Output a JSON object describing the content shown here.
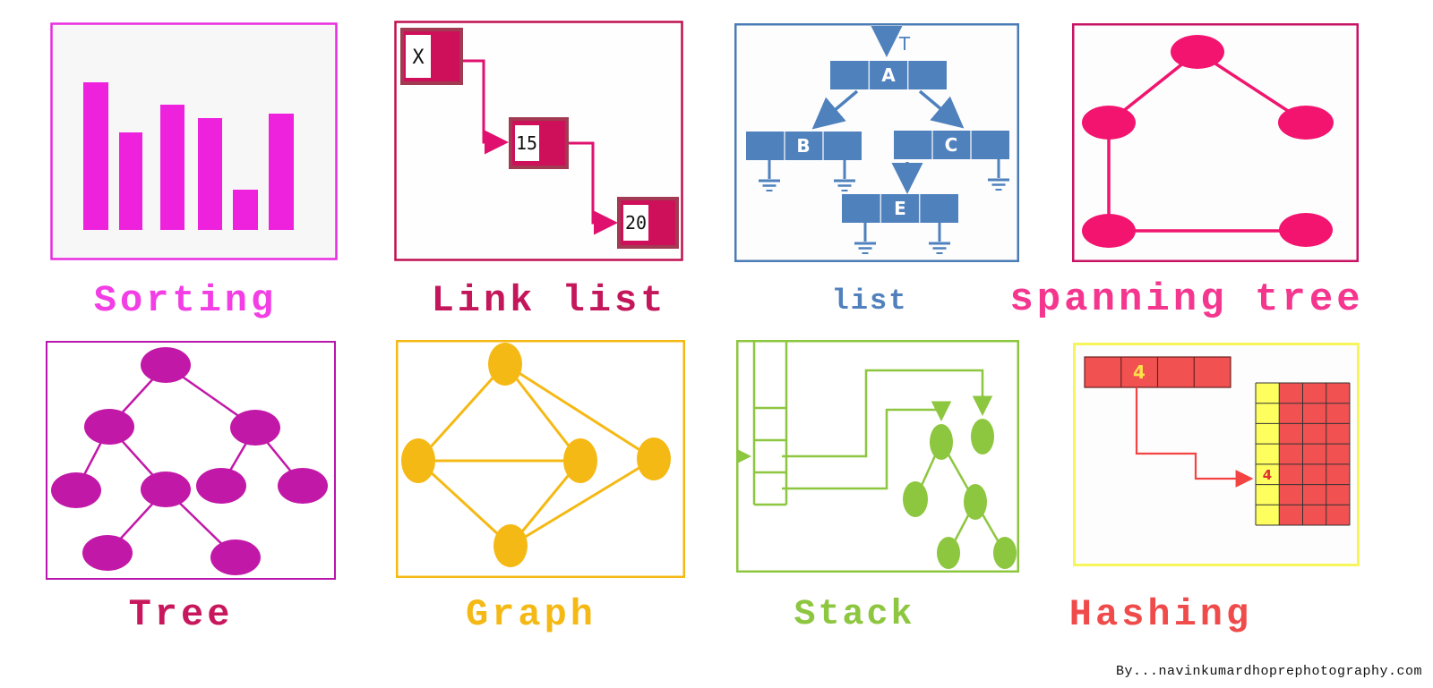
{
  "page": {
    "background": "#ffffff",
    "watermark": "By...navinkumardhoprephotography.com"
  },
  "palette": {
    "sorting_magenta": "#EE22DD",
    "sorting_border": "#E92CE0",
    "link_list_crimson": "#C01050",
    "link_node_pink": "#CE0F5A",
    "link_node_border": "#A13A52",
    "link_arrow_pink": "#E0106E",
    "list_blue": "#4F81BD",
    "spanning_node_pink": "#F2146F",
    "spanning_border": "#C81262",
    "tree_purple": "#C218A8",
    "graph_amber": "#F5B915",
    "stack_green": "#8DC63F",
    "hashing_red": "#F15151",
    "hashing_yellow": "#FEFE5F",
    "hashing_border_yellow": "#F6F65A",
    "hashing_arrow_red": "#F34343"
  },
  "panels": {
    "sorting": {
      "label": "Sorting",
      "bar_heights": [
        165,
        109,
        140,
        125,
        45,
        130
      ]
    },
    "link_list": {
      "label": "Link list",
      "node_values": [
        "X",
        "15",
        "20"
      ]
    },
    "list": {
      "label": "list",
      "head_pointer": "T",
      "node_values": [
        "A",
        "B",
        "C",
        "E"
      ]
    },
    "spanning_tree": {
      "label": "spanning tree",
      "node_count": 5,
      "edge_count": 4
    },
    "tree": {
      "label": "Tree",
      "node_count": 9
    },
    "graph": {
      "label": "Graph",
      "node_count": 5,
      "edge_count": 7
    },
    "stack": {
      "label": "Stack",
      "cell_count": 4,
      "tree_node_count": 6
    },
    "hashing": {
      "label": "Hashing",
      "key_value": "4",
      "bucket_value": "4",
      "table_rows": 7,
      "table_cols": 4
    }
  }
}
